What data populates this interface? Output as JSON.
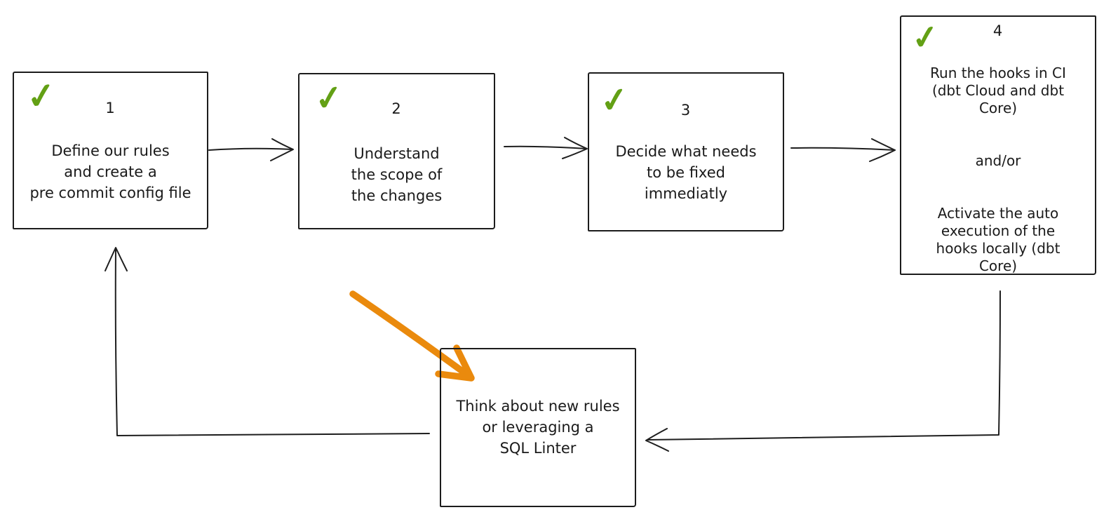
{
  "canvas": {
    "background_color": "#ffffff",
    "ink_color": "#1e1e1e",
    "check_color": "#63a015",
    "highlight_arrow_color": "#ea8a0d",
    "check_glyph": "✓"
  },
  "steps": [
    {
      "number": "1",
      "checked": true,
      "lines": [
        "Define our rules",
        "and create a",
        "pre commit config file"
      ]
    },
    {
      "number": "2",
      "checked": true,
      "lines": [
        "Understand",
        "the scope of",
        "the changes"
      ]
    },
    {
      "number": "3",
      "checked": true,
      "lines": [
        "Decide what needs",
        "to be fixed",
        "immediatly"
      ]
    },
    {
      "number": "4",
      "checked": true,
      "lines": [
        "Run the hooks in CI",
        "(dbt Cloud and dbt",
        "Core)",
        "",
        "",
        "and/or",
        "",
        "",
        "Activate the auto",
        "execution of the",
        "hooks locally (dbt",
        "Core)"
      ]
    },
    {
      "number": "",
      "checked": false,
      "lines": [
        "Think about new rules",
        "or leveraging a",
        "SQL Linter"
      ]
    }
  ],
  "connections": [
    {
      "from": "step-1",
      "to": "step-2",
      "style": "open-arrow"
    },
    {
      "from": "step-2",
      "to": "step-3",
      "style": "open-arrow"
    },
    {
      "from": "step-3",
      "to": "step-4",
      "style": "open-arrow"
    },
    {
      "from": "step-4",
      "to": "loop-box",
      "style": "open-arrow-elbow"
    },
    {
      "from": "loop-box",
      "to": "step-1",
      "style": "open-arrow-elbow"
    },
    {
      "from": "annotation",
      "to": "loop-box",
      "style": "orange-highlight-arrow"
    }
  ]
}
